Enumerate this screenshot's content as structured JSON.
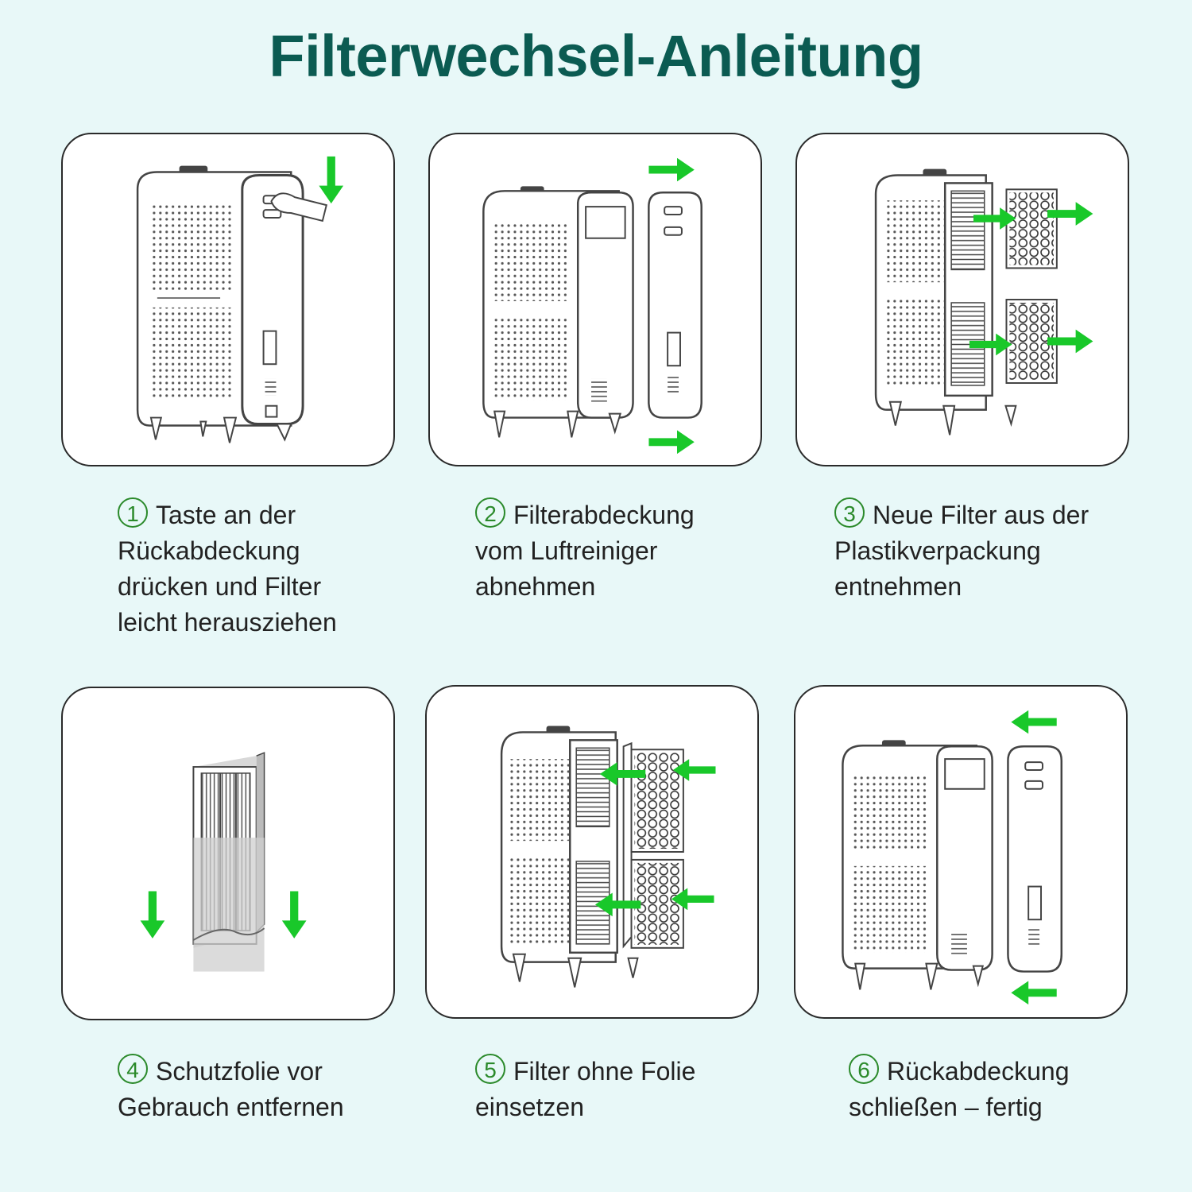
{
  "title": "Filterwechsel-Anleitung",
  "accent_color": "#19c82a",
  "title_color": "#0b5b52",
  "steps": [
    {
      "number": "1",
      "line1": "Taste an der",
      "rest": "Rückabdeckung drücken und Filter leicht herausziehen"
    },
    {
      "number": "2",
      "line1": "Filterabdeckung",
      "rest": "vom Luftreiniger abnehmen"
    },
    {
      "number": "3",
      "line1": "Neue Filter aus der",
      "rest": "Plastikverpackung entnehmen"
    },
    {
      "number": "4",
      "line1": "Schutzfolie vor",
      "rest": "Gebrauch entfernen"
    },
    {
      "number": "5",
      "line1": "Filter ohne Folie",
      "rest": "einsetzen"
    },
    {
      "number": "6",
      "line1": "Rückabdeckung",
      "rest": "schließen – fertig"
    }
  ]
}
